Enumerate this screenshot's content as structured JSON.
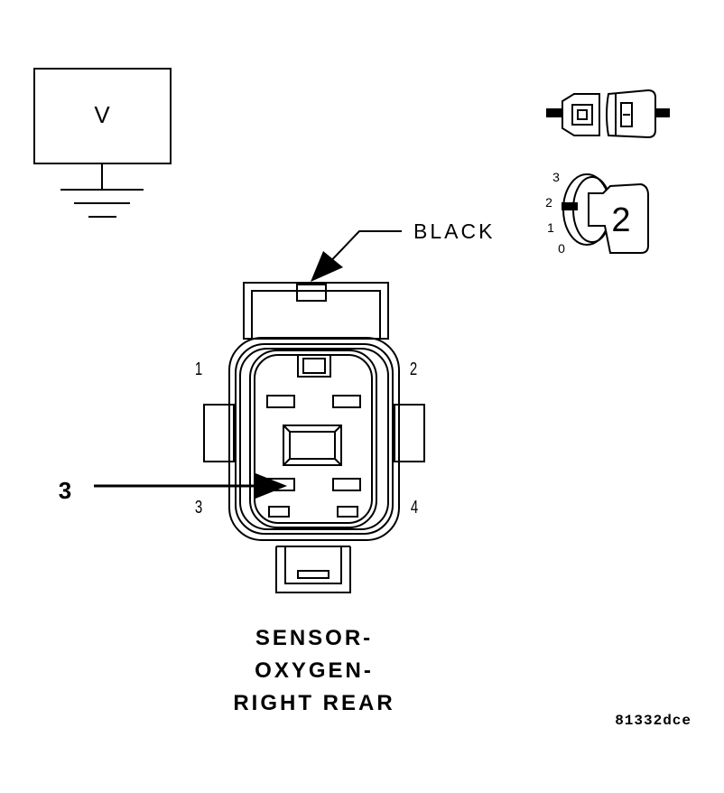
{
  "voltmeter": {
    "label": "V"
  },
  "connector": {
    "color_label": "BLACK",
    "pins": [
      "1",
      "2",
      "3",
      "4"
    ],
    "callout": "3"
  },
  "ignition": {
    "positions": [
      "3",
      "2",
      "1",
      "0"
    ],
    "selected": "2"
  },
  "caption": [
    "SENSOR-",
    "OXYGEN-",
    "RIGHT REAR"
  ],
  "figure_code": "81332dce",
  "colors": {
    "ink": "#000000",
    "paper": "#ffffff"
  },
  "icons": [
    "voltmeter-icon",
    "ground-icon",
    "connector-plug-icon",
    "ignition-key-icon",
    "arrow-icon"
  ]
}
